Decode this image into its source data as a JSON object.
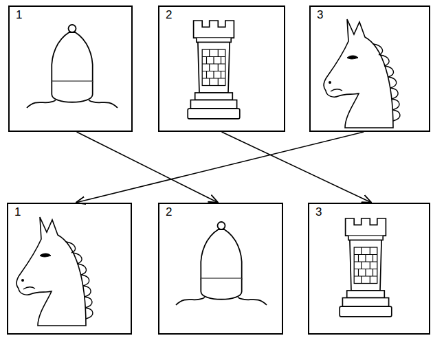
{
  "diagram": {
    "nodes": [
      {
        "text": [
          "1"
        ]
      },
      {
        "text": [
          "2"
        ]
      },
      {
        "text": [
          "3"
        ]
      },
      {
        "text": [
          "1"
        ]
      },
      {
        "text": [
          "2"
        ]
      },
      {
        "text": [
          "3"
        ]
      }
    ],
    "edges": [
      {
        "from": 0,
        "to": 4,
        "arrow": "to"
      },
      {
        "from": 1,
        "to": 5,
        "arrow": "to"
      },
      {
        "from": 2,
        "to": 3,
        "arrow": "to"
      }
    ]
  }
}
